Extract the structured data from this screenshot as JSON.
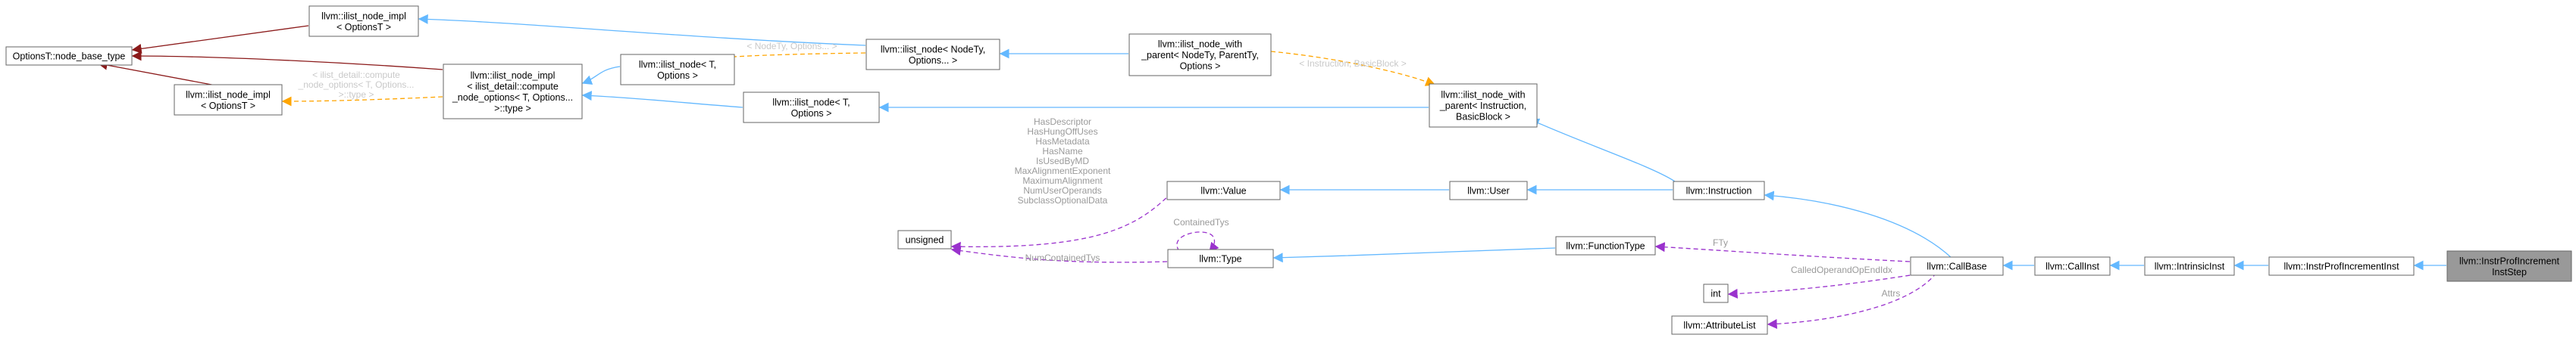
{
  "nodes": {
    "options_base": {
      "lines": [
        "OptionsT::node_base_type"
      ]
    },
    "ilist_node_impl_top": {
      "lines": [
        "llvm::ilist_node_impl",
        "< OptionsT >"
      ]
    },
    "ilist_node_impl_low": {
      "lines": [
        "llvm::ilist_node_impl",
        "< OptionsT >"
      ]
    },
    "ilist_node_impl_compute": {
      "lines": [
        "llvm::ilist_node_impl",
        "< ilist_detail::compute",
        "_node_options< T, Options...",
        ">::type >"
      ]
    },
    "ilist_node_T_options_top": {
      "lines": [
        "llvm::ilist_node< T,",
        "Options >"
      ]
    },
    "ilist_node_T_options_low": {
      "lines": [
        "llvm::ilist_node< T,",
        "Options >"
      ]
    },
    "ilist_node_nodety": {
      "lines": [
        "llvm::ilist_node< NodeTy,",
        "Options... >"
      ]
    },
    "ilist_node_with_parent_generic": {
      "lines": [
        "llvm::ilist_node_with",
        "_parent< NodeTy, ParentTy,",
        "Options >"
      ]
    },
    "ilist_node_with_parent_inst": {
      "lines": [
        "llvm::ilist_node_with",
        "_parent< Instruction,",
        "BasicBlock >"
      ]
    },
    "value": {
      "lines": [
        "llvm::Value"
      ]
    },
    "user": {
      "lines": [
        "llvm::User"
      ]
    },
    "instruction": {
      "lines": [
        "llvm::Instruction"
      ]
    },
    "unsigned": {
      "lines": [
        "unsigned"
      ]
    },
    "type": {
      "lines": [
        "llvm::Type"
      ]
    },
    "function_type": {
      "lines": [
        "llvm::FunctionType"
      ]
    },
    "call_base": {
      "lines": [
        "llvm::CallBase"
      ]
    },
    "int": {
      "lines": [
        "int"
      ]
    },
    "attribute_list": {
      "lines": [
        "llvm::AttributeList"
      ]
    },
    "call_inst": {
      "lines": [
        "llvm::CallInst"
      ]
    },
    "intrinsic_inst": {
      "lines": [
        "llvm::IntrinsicInst"
      ]
    },
    "instr_prof_increment_inst": {
      "lines": [
        "llvm::InstrProfIncrementInst"
      ]
    },
    "instr_prof_increment_inst_step": {
      "lines": [
        "llvm::InstrProfIncrement",
        "InstStep"
      ]
    }
  },
  "edge_labels": {
    "compute_to_low": [
      "< ilist_detail::compute",
      "_node_options< T, Options...",
      ">::type >"
    ],
    "nodety_to_T": [
      "< NodeTy, Options... >"
    ],
    "inst_bb": [
      "< Instruction, BasicBlock >"
    ],
    "value_unsigned": [
      "HasDescriptor",
      "HasHungOffUses",
      "HasMetadata",
      "HasName",
      "IsUsedByMD",
      "MaxAlignmentExponent",
      "MaximumAlignment",
      "NumUserOperands",
      "SubclassOptionalData"
    ],
    "type_self": [
      "ContainedTys"
    ],
    "type_unsigned": [
      "NumContainedTys"
    ],
    "fty": [
      "FTy"
    ],
    "called_operand": [
      "CalledOperandOpEndIdx"
    ],
    "attrs": [
      "Attrs"
    ]
  },
  "colors": {
    "inherit": "#63b8ff",
    "usage": "#9a32cd",
    "template": "#ffa500",
    "base": "#8b1a1a",
    "label_usage": "#9a9a9a",
    "label_template": "#c9c9c9",
    "focus_fill": "#999999"
  }
}
